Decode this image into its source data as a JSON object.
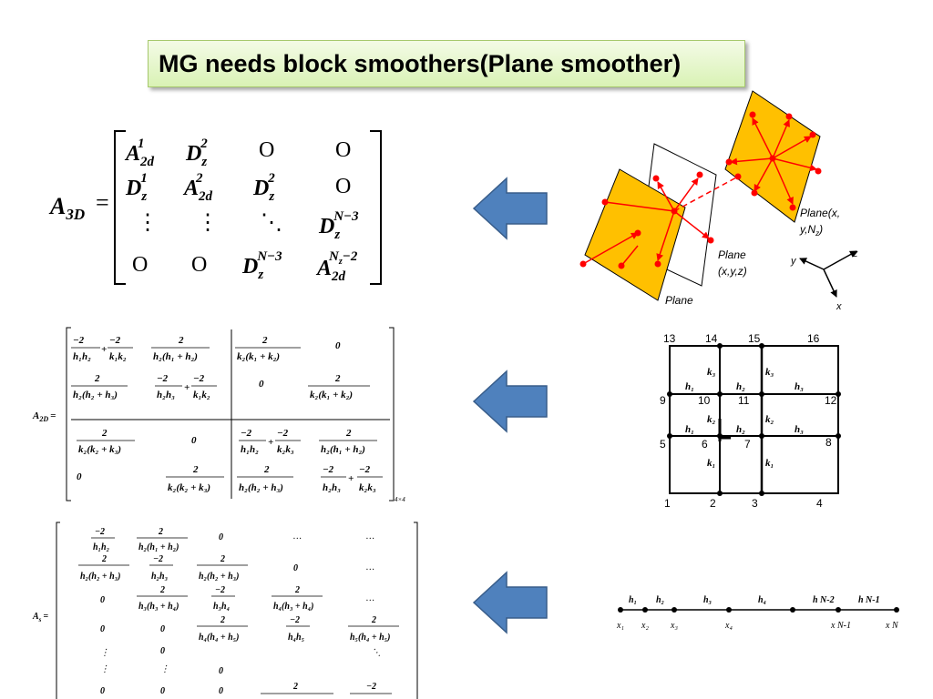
{
  "title": "MG needs block smoothers(Plane smoother)",
  "colors": {
    "arrow": "#4f81bd",
    "plane": "#ffc000",
    "point": "#ff0000",
    "title_bg": "#d9f2b5"
  },
  "icons": [
    "left-arrow-icon",
    "plane-icon",
    "axis-icon"
  ],
  "a3d": {
    "lhs": "A",
    "lhs_sub": "3D",
    "eq": "=",
    "r1": {
      "c1": "A",
      "c1_sub": "2d",
      "c1_sup": "1",
      "c2": "D",
      "c2_sub": "z",
      "c2_sup": "2",
      "c3": "O",
      "c4": "O"
    },
    "r2": {
      "c1": "D",
      "c1_sub": "z",
      "c1_sup": "1",
      "c2": "A",
      "c2_sub": "2d",
      "c2_sup": "2",
      "c3": "D",
      "c3_sub": "z",
      "c3_sup": "2",
      "c4": "O"
    },
    "r3": {
      "c1": "⋮",
      "c2": "⋮",
      "c3": "⋱",
      "c4": "D",
      "c4_sub": "z",
      "c4_sup": "N−3"
    },
    "r4": {
      "c1": "O",
      "c2": "O",
      "c3": "D",
      "c3_sub": "z",
      "c3_sup": "N−3",
      "c4": "A",
      "c4_sub": "2d",
      "c4_sup": "N",
      "c4_supsub": "z",
      "c4_suptail": "−2"
    }
  },
  "planes": {
    "label1": "Plane(x,",
    "label1b": "y,N",
    "label1c": "z",
    "label1d": ")",
    "label2": "Plane",
    "label2b": "(x,y,z)",
    "label3": "Plane",
    "axis_x": "x",
    "axis_y": "y",
    "axis_z": "z"
  },
  "a2d": {
    "lhs": "A",
    "lhs_sub": "2D",
    "eq": "=",
    "size": "4×4",
    "num_m2": "−2",
    "num_2": "2",
    "plus": "+",
    "zero": "0",
    "d_h1h2": "h₁h₂",
    "d_k1k2": "k₁k₂",
    "d_h2h1h2": "h₂(h₁ + h₂)",
    "d_k2k1k2": "k₂(k₁ + k₂)",
    "d_h2h2h3": "h₂(h₂ + h₃)",
    "d_h2h3": "h₂h₃",
    "d_k2k2k3": "k₂(k₂ + k₃)",
    "d_k2k3": "k₂k₃"
  },
  "grid": {
    "nodes": [
      "13",
      "14",
      "15",
      "16",
      "9",
      "10",
      "11",
      "12",
      "5",
      "6",
      "7",
      "8",
      "1",
      "2",
      "3",
      "4"
    ],
    "h1": "h₁",
    "h2": "h₂",
    "h3": "h₃",
    "k1": "k₁",
    "k2": "k₂",
    "k3": "k₃"
  },
  "as": {
    "lhs": "A",
    "lhs_sub": "s",
    "eq": "=",
    "num_m2": "−2",
    "num_2": "2",
    "zero": "0",
    "dots": "…",
    "vdots": "⋮",
    "ddots": "⋱",
    "d_h1h2": "h₁h₂",
    "d_h2h1h2": "h₂(h₁ + h₂)",
    "d_h2h2h3": "h₂(h₂ + h₃)",
    "d_h2h3": "h₂h₃",
    "d_h3h2h3": "h₃(h₂ + h₃)",
    "d_h3h3h4": "h₃(h₃ + h₄)",
    "d_h3h4": "h₃h₄",
    "d_h4h3h4": "h₄(h₃ + h₄)",
    "d_h4h4h5": "h₄(h₄ + h₅)",
    "d_h4h5": "h₄h₅",
    "d_h5h4h5": "h₅(h₄ + h₅)"
  },
  "line1d": {
    "h": [
      "h₁",
      "h₂",
      "h₃",
      "h₄",
      "h N-2",
      "h N-1"
    ],
    "x": [
      "x₁",
      "x₂",
      "x₃",
      "x₄",
      "x N-1",
      "x N"
    ]
  }
}
